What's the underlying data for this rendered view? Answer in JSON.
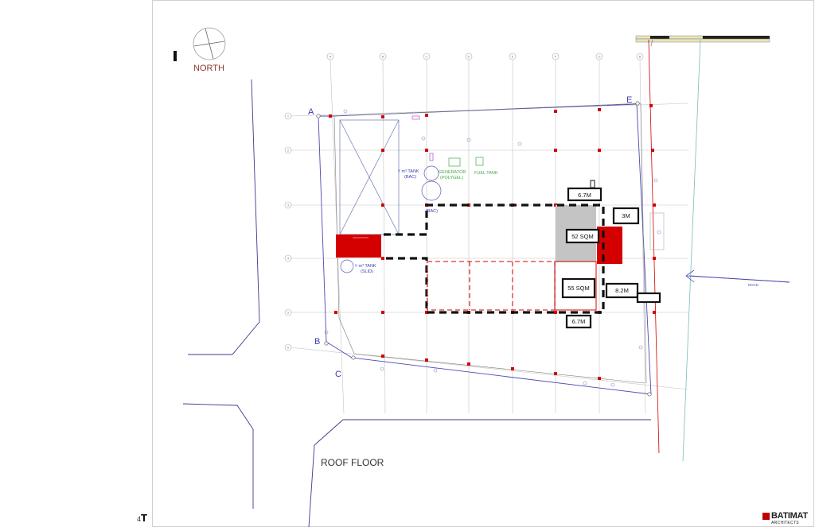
{
  "drawing": {
    "north_label": "NORTH",
    "floor_label": "ROOF FLOOR",
    "page_number": "4",
    "page_letter": "T"
  },
  "points": {
    "a": "A",
    "b": "B",
    "c": "C",
    "e": "E"
  },
  "grid": {
    "columns": [
      "A",
      "B",
      "C",
      "D",
      "E",
      "F",
      "G",
      "B"
    ],
    "rows": [
      "1",
      "2",
      "3",
      "4",
      "5",
      "6"
    ]
  },
  "equipment": {
    "tank1_line1": "٢ m³ TANK",
    "tank1_line2": "(BAC)",
    "generator_line1": "GENERATOR",
    "generator_line2": "(POLYGEL)",
    "fuel_tank": "FUEL TANK",
    "tank2_line1": "٢ m³ TANK",
    "tank2_line2": "(SLID)",
    "tank3_line1": "(BAC)"
  },
  "dimensions": {
    "top_width": "6.7M",
    "side_width": "3M",
    "area_upper": "52 SQM",
    "area_lower": "55 SQM",
    "right_width": "8.2M",
    "bottom_width": "6.7M"
  },
  "road": {
    "label": "ROAD"
  },
  "footer": {
    "brand": "BATIMAT",
    "brand_sub": "ARCHITECTS"
  },
  "colors": {
    "red": "#d40000",
    "grid": "#b8b8b8",
    "boundary": "#4a4ab8",
    "equipment_blue": "#3a3ab0",
    "equipment_green": "#44a844",
    "north_text": "#8b3a2a"
  }
}
